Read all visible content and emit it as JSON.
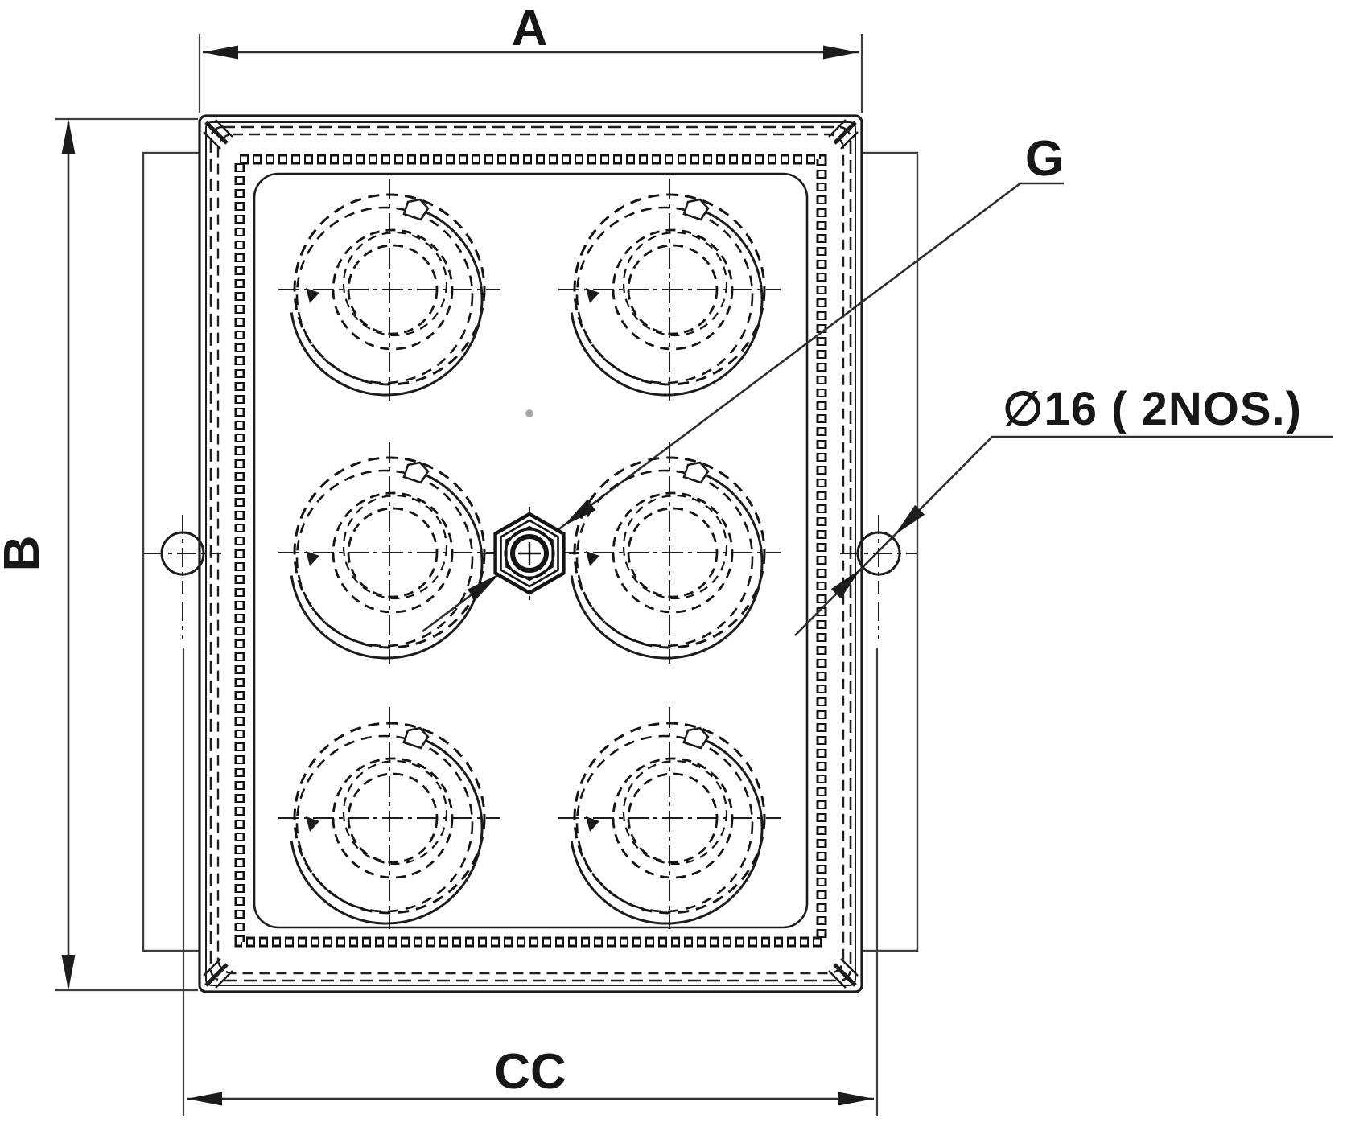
{
  "drawing": {
    "labels": {
      "dim_width": "A",
      "dim_height": "B",
      "dim_hole_centers": "CC",
      "gland_point": "G",
      "hole_callout": "∅16 ( 2NOS.)"
    },
    "features": {
      "knockout_count": 6,
      "mounting_hole_count": 2,
      "mounting_hole_diameter_mm": 16
    },
    "colors": {
      "line_dark": "#1c1c1c",
      "line_medium": "#464646",
      "background": "#ffffff",
      "dot": "#ababab"
    }
  }
}
